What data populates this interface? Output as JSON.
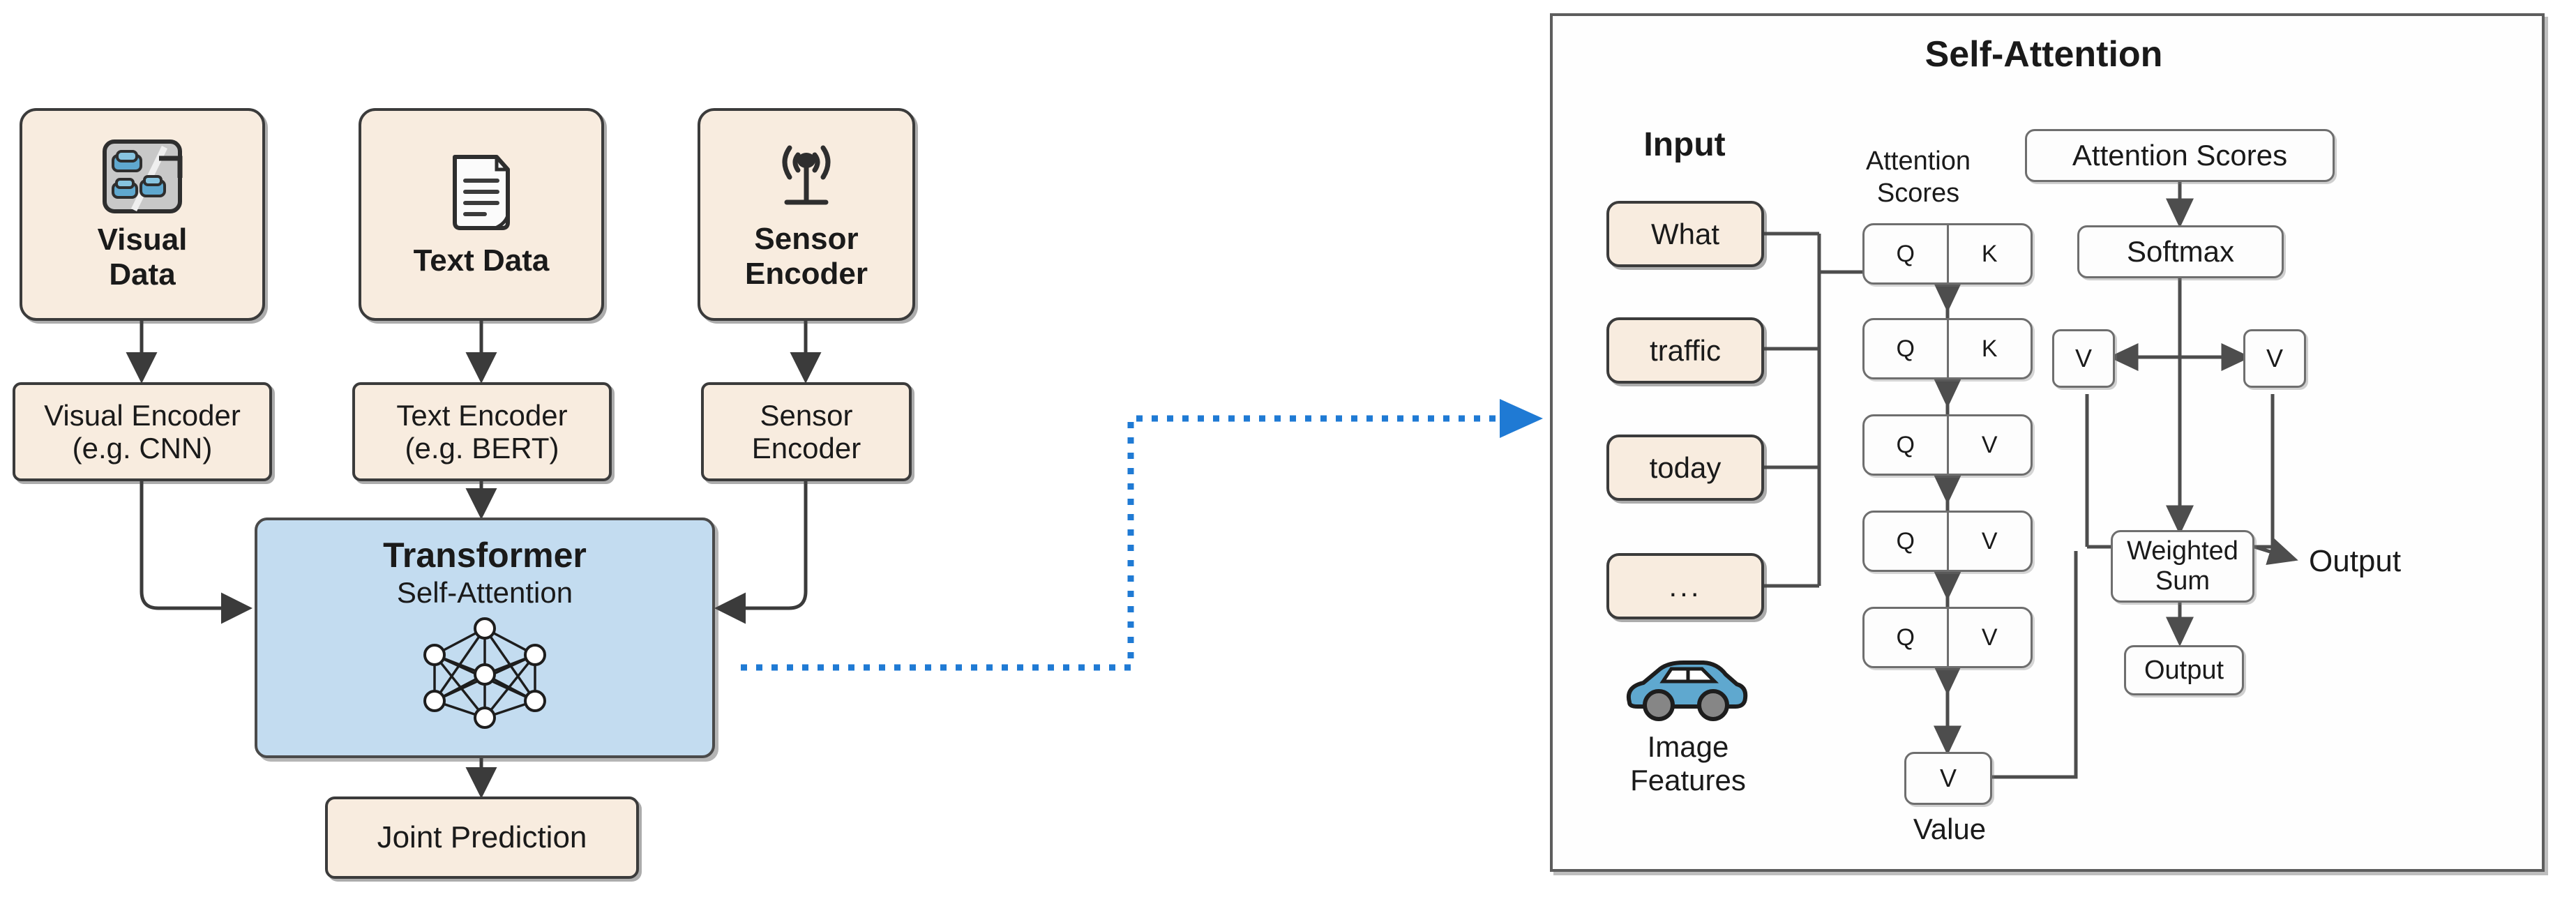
{
  "left_diagram": {
    "name": "multimodal-transformer-pipeline",
    "modalities": [
      {
        "id": "visual",
        "icon": "traffic-photo-icon",
        "data_label": "Visual\nData",
        "data_label_line1": "Visual",
        "data_label_line2": "Data",
        "encoder_line1": "Visual Encoder",
        "encoder_line2": "(e.g. CNN)"
      },
      {
        "id": "text",
        "icon": "document-icon",
        "data_label_line1": "Text Data",
        "data_label_line2": "",
        "encoder_line1": "Text Encoder",
        "encoder_line2": "(e.g. BERT)"
      },
      {
        "id": "sensor",
        "icon": "wireless-signal-icon",
        "data_label_line1": "Sensor",
        "data_label_line2": "Encoder",
        "encoder_line1": "Sensor",
        "encoder_line2": "Encoder"
      }
    ],
    "transformer": {
      "title": "Transformer",
      "subtitle": "Self-Attention",
      "icon": "neural-network-icon"
    },
    "output": {
      "label": "Joint Prediction"
    },
    "connector": {
      "style": "dotted",
      "color": "#1f7ad4",
      "direction": "left-to-right"
    }
  },
  "right_panel": {
    "title": "Self-Attention",
    "input": {
      "heading": "Input",
      "tokens": [
        "What",
        "traffic",
        "today",
        "..."
      ],
      "image_feature": {
        "icon": "car-icon",
        "label_line1": "Image",
        "label_line2": "Features"
      }
    },
    "scores": {
      "heading_line1": "Attention",
      "heading_line2": "Scores",
      "rows": [
        {
          "left": "Q",
          "right": "K"
        },
        {
          "left": "Q",
          "right": "K"
        },
        {
          "left": "Q",
          "right": "V"
        },
        {
          "left": "Q",
          "right": "V"
        },
        {
          "left": "Q",
          "right": "V"
        }
      ],
      "value_box": "V",
      "value_caption": "Value"
    },
    "pipeline": {
      "attention_scores": "Attention Scores",
      "softmax": "Softmax",
      "v_left": "V",
      "v_right": "V",
      "weighted_sum_line1": "Weighted",
      "weighted_sum_line2": "Sum",
      "output_box": "Output",
      "output_arrow_label": "Output"
    }
  },
  "colors": {
    "cream_fill": "#f8ecdf",
    "blue_fill": "#c3dcf0",
    "stroke": "#3b3b3b",
    "plain_stroke": "#6e6e6e",
    "accent_blue": "#1f7ad4",
    "car_blue": "#5fa8cf"
  }
}
